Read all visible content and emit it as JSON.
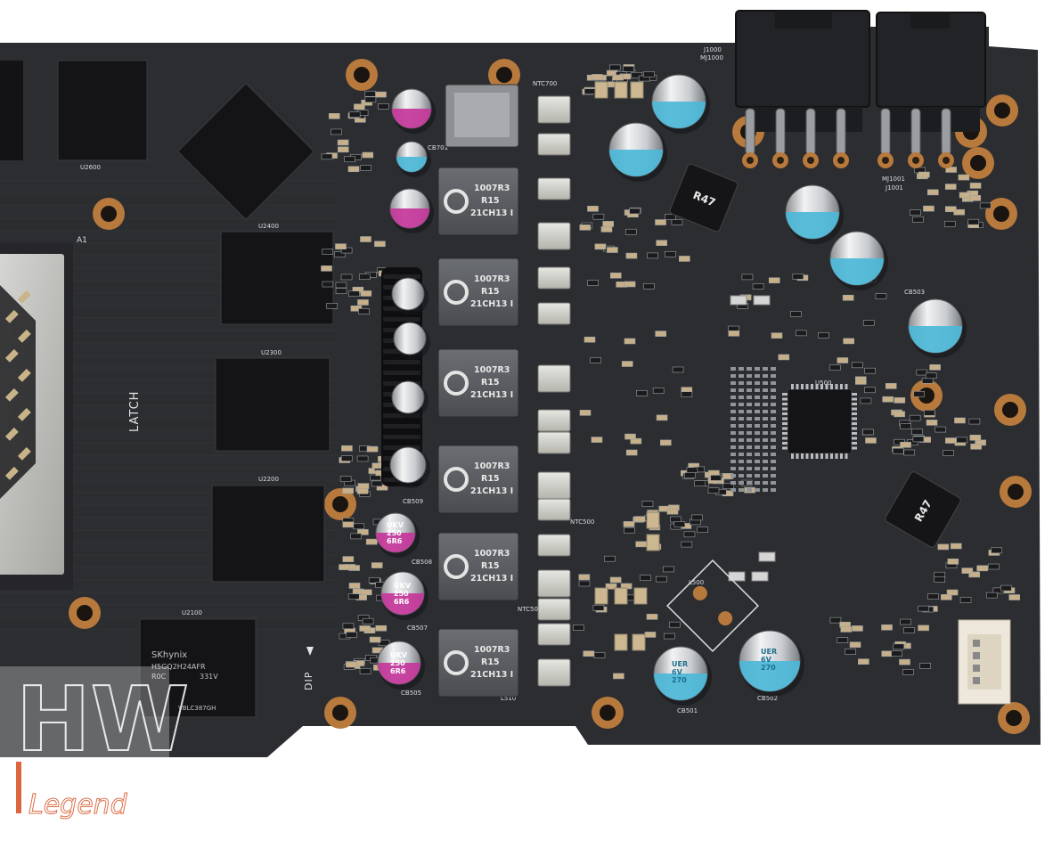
{
  "silkscreen": {
    "latch": "LATCH",
    "dip": "DIP",
    "a1": "A1",
    "memory_refs": [
      "U2600",
      "U2400",
      "U2300",
      "U2200",
      "U2100"
    ],
    "jack_refs": [
      "J1000",
      "MJ1000",
      "MJ1001",
      "J1001"
    ],
    "inductor_refs": [
      "L510",
      "L500"
    ],
    "misc_refs": [
      "NTC700",
      "NTC500",
      "NTC501",
      "CB501",
      "CB502",
      "CB503",
      "CB505",
      "CB507",
      "CB508",
      "CB509",
      "CB701",
      "U500"
    ]
  },
  "memory_chip": {
    "brand": "SKhynix",
    "part": "H5GQ2H24AFR",
    "grade": "R0C",
    "code": "331V",
    "lot": "VBLC387GH"
  },
  "chokes": {
    "line1": "1007R3",
    "line2": "R15",
    "line3": "21CH13 I"
  },
  "inductor_marking": "R47",
  "capacitor_markings": {
    "purple_line1": "UKV",
    "purple_line2": "250",
    "purple_line3": "6R6",
    "blue_line1": "UER",
    "blue_line2": "6V",
    "blue_line3": "270"
  },
  "watermark": {
    "letters": "HW",
    "word": "Legend"
  },
  "colors": {
    "pcb": "#2c2d30",
    "background": "#ffffff",
    "copper_ring": "#b8793d",
    "choke": "#5e6064",
    "cap_purple": "#c4379a",
    "cap_blue": "#4cb8d8",
    "watermark_accent": "#d8572a"
  }
}
